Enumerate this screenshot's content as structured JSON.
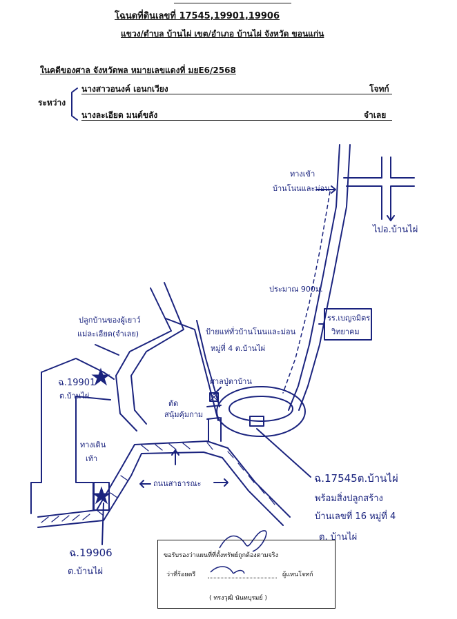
{
  "header": {
    "title_line1": "โฉนดที่ดินเลขที่  17545,19901,19906",
    "title_line2": "แขวง/ตำบล บ้านไผ่ เขต/อำเภอ บ้านไผ่ จังหวัด ขอนแก่น"
  },
  "case": {
    "court_line": "ในคดีของศาล จังหวัดพล หมายเลขแดงที่ มยE6/2568",
    "between_label": "ระหว่าง",
    "plaintiff_name": "นางสาวอนงค์ เอนกเวียง",
    "plaintiff_role": "โจทก์",
    "defendant_name": "นางละเอียด มนต์ขลัง",
    "defendant_role": "จำเลย"
  },
  "map_labels": {
    "to_village_entrance_1": "ทางเข้า",
    "to_village_entrance_2": "บ้านโนนและม่อน",
    "to_banphai": "ไปอ.บ้านไผ่",
    "distance": "ประมาณ 900ม.",
    "school_1": "รร.เบญจมิตร",
    "school_2": "วิทยาคม",
    "village_sign_1": "ป้ายแห่ทั่วบ้านโนนและม่อน",
    "village_sign_2": "หมู่ที่ 4 ต.บ้านไผ่",
    "house_label_1": "ปลูกบ้านของผู้เยาว์",
    "house_label_2": "แม่ละเอียด(จำเลย)",
    "plot_19901_1": "ฉ.19901",
    "plot_19901_2": "ต.บ้านไผ่",
    "village_shrine": "ศาลปู่ตาบ้าน",
    "intersection_1": "ตัด",
    "intersection_2": "สนุ้มคุ้มกาม",
    "walkway_1": "ทางเดิน",
    "walkway_2": "เท้า",
    "public_road": "ถนนสาธารณะ",
    "plot_17545_1": "ฉ.17545ต.บ้านไผ่",
    "plot_17545_2": "พร้อมสิ่งปลูกสร้าง",
    "plot_17545_3": "บ้านเลขที่ 16 หมู่ที่ 4",
    "plot_17545_4": "ต. บ้านไผ่",
    "plot_19906_1": "ฉ.19906",
    "plot_19906_2": "ต.บ้านไผ่"
  },
  "certification": {
    "line1": "ขอรับรองว่าแผนที่ที่ตั้งทรัพย์ถูกต้องตามจริง",
    "line2_prefix": "ว่าที่ร้อยตรี",
    "line2_suffix": "ผู้แทนโจทก์",
    "line3": "( ทรงวุฒิ นันทบุรมย์ )"
  },
  "colors": {
    "typed_ink": "#111111",
    "hand_ink": "#1a237e",
    "line_ink": "#1a237e"
  }
}
